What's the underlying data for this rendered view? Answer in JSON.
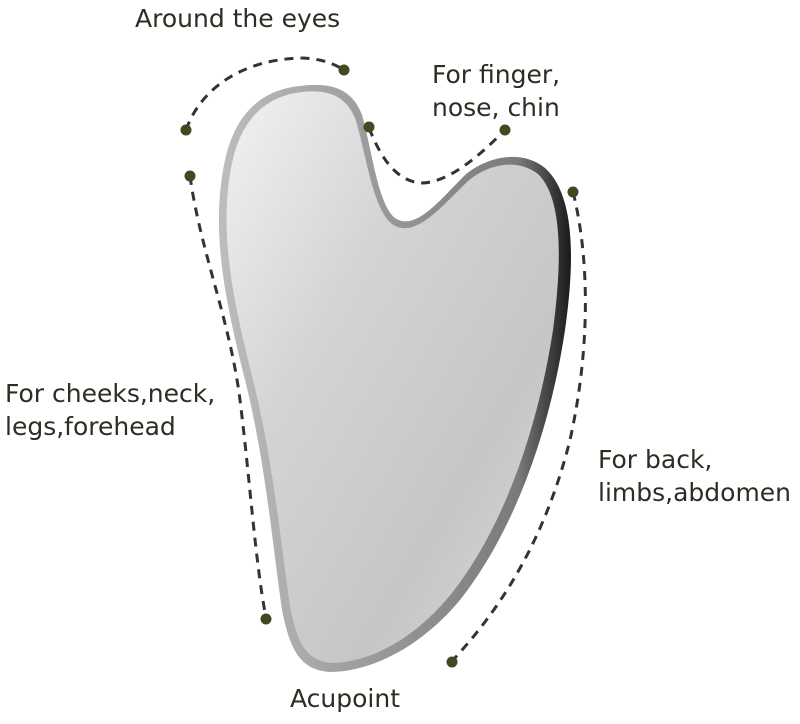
{
  "product": "gua-sha-stainless-steel-heart-tool",
  "colors": {
    "text": "#2c2e24",
    "dot": "#3f4a1e",
    "dash": "#333333",
    "steel_light": "#e6e6e6",
    "steel_dark": "#9a9a9a"
  },
  "labels": {
    "around_eyes": "Around the eyes",
    "finger_line1": "For finger,",
    "finger_line2": "nose, chin",
    "cheeks_line1": "For cheeks,neck,",
    "cheeks_line2": "legs,forehead",
    "back_line1": "For back,",
    "back_line2": "limbs,abdomen",
    "acupoint": "Acupoint"
  }
}
